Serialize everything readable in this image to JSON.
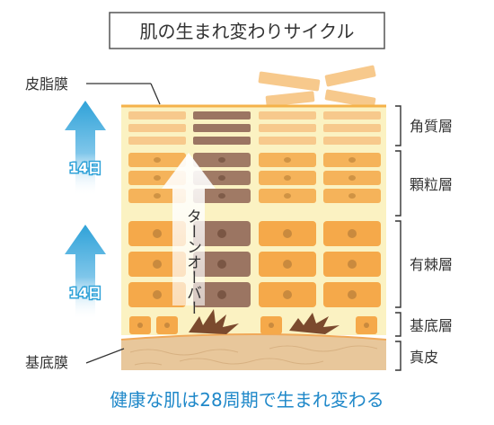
{
  "title": "肌の生まれ変わりサイクル",
  "labels": {
    "skin_membrane": "皮脂膜",
    "basement_membrane": "基底膜"
  },
  "arrows": [
    {
      "label": "14日"
    },
    {
      "label": "14日"
    }
  ],
  "turnover_label": "ターンオーバー",
  "layers": [
    {
      "name": "角質層"
    },
    {
      "name": "顆粒層"
    },
    {
      "name": "有棘層"
    },
    {
      "name": "基底層"
    },
    {
      "name": "真皮"
    }
  ],
  "caption": "健康な肌は28周期で生まれ変わる",
  "colors": {
    "accent_blue": "#2fa2d8",
    "caption_blue": "#1f88c9",
    "cell_orange": "#f5a94a",
    "cell_brown": "#9b7562",
    "stratum_bg": "#fbf2c2",
    "dermis": "#e8c79b"
  }
}
